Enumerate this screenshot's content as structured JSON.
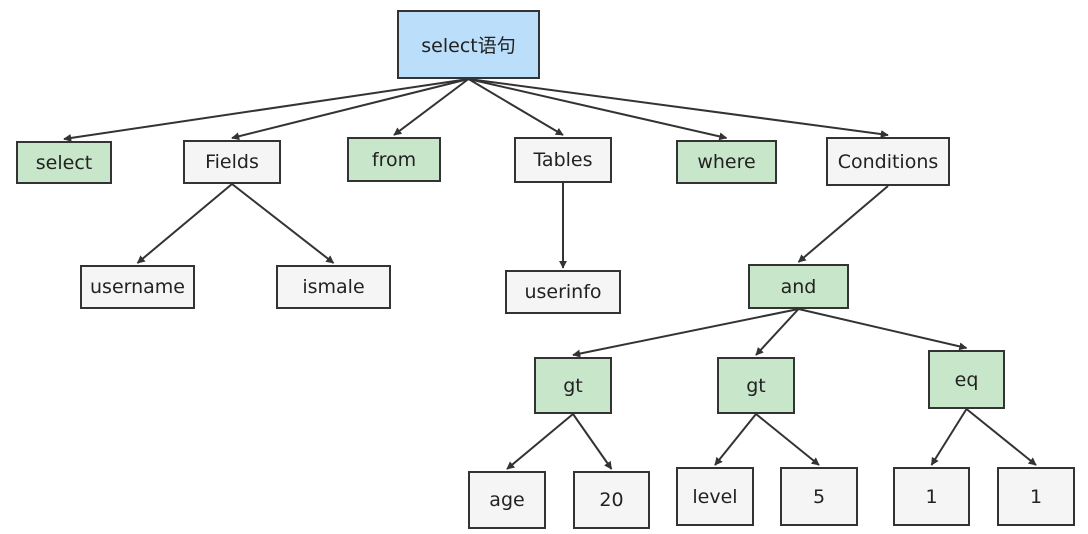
{
  "colors": {
    "root_fill": "#bbdefb",
    "keyword_fill": "#c8e6c9",
    "plain_fill": "#f5f5f5",
    "stroke": "#333333"
  },
  "nodes": {
    "root": {
      "label": "select语句",
      "kind": "root"
    },
    "select": {
      "label": "select",
      "kind": "keyword"
    },
    "fields": {
      "label": "Fields",
      "kind": "plain"
    },
    "from": {
      "label": "from",
      "kind": "keyword"
    },
    "tables": {
      "label": "Tables",
      "kind": "plain"
    },
    "where": {
      "label": "where",
      "kind": "keyword"
    },
    "conditions": {
      "label": "Conditions",
      "kind": "plain"
    },
    "username": {
      "label": "username",
      "kind": "plain"
    },
    "ismale": {
      "label": "ismale",
      "kind": "plain"
    },
    "userinfo": {
      "label": "userinfo",
      "kind": "plain"
    },
    "and": {
      "label": "and",
      "kind": "keyword"
    },
    "gt1": {
      "label": "gt",
      "kind": "keyword"
    },
    "gt2": {
      "label": "gt",
      "kind": "keyword"
    },
    "eq": {
      "label": "eq",
      "kind": "keyword"
    },
    "age": {
      "label": "age",
      "kind": "plain"
    },
    "v20": {
      "label": "20",
      "kind": "plain"
    },
    "level": {
      "label": "level",
      "kind": "plain"
    },
    "v5": {
      "label": "5",
      "kind": "plain"
    },
    "one_a": {
      "label": "1",
      "kind": "plain"
    },
    "one_b": {
      "label": "1",
      "kind": "plain"
    }
  },
  "edges": [
    [
      "root",
      "select"
    ],
    [
      "root",
      "fields"
    ],
    [
      "root",
      "from"
    ],
    [
      "root",
      "tables"
    ],
    [
      "root",
      "where"
    ],
    [
      "root",
      "conditions"
    ],
    [
      "fields",
      "username"
    ],
    [
      "fields",
      "ismale"
    ],
    [
      "tables",
      "userinfo"
    ],
    [
      "conditions",
      "and"
    ],
    [
      "and",
      "gt1"
    ],
    [
      "and",
      "gt2"
    ],
    [
      "and",
      "eq"
    ],
    [
      "gt1",
      "age"
    ],
    [
      "gt1",
      "v20"
    ],
    [
      "gt2",
      "level"
    ],
    [
      "gt2",
      "v5"
    ],
    [
      "eq",
      "one_a"
    ],
    [
      "eq",
      "one_b"
    ]
  ]
}
